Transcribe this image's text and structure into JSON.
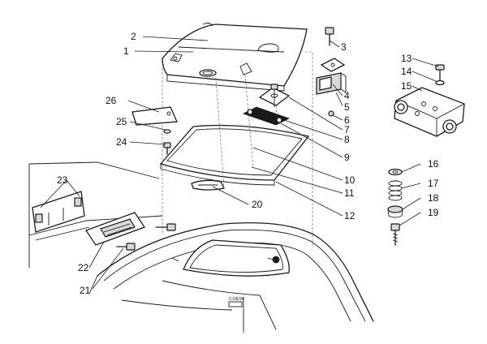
{
  "callouts": [
    {
      "id": "c1",
      "text": "1"
    },
    {
      "id": "c2",
      "text": "2"
    },
    {
      "id": "c3",
      "text": "3"
    },
    {
      "id": "c4",
      "text": "4"
    },
    {
      "id": "c5",
      "text": "5"
    },
    {
      "id": "c6",
      "text": "6"
    },
    {
      "id": "c7",
      "text": "7"
    },
    {
      "id": "c8",
      "text": "8"
    },
    {
      "id": "c9",
      "text": "9"
    },
    {
      "id": "c10",
      "text": "10"
    },
    {
      "id": "c11",
      "text": "11"
    },
    {
      "id": "c12",
      "text": "12"
    },
    {
      "id": "c13",
      "text": "13"
    },
    {
      "id": "c14",
      "text": "14"
    },
    {
      "id": "c15",
      "text": "15"
    },
    {
      "id": "c16",
      "text": "16"
    },
    {
      "id": "c17",
      "text": "17"
    },
    {
      "id": "c18",
      "text": "18"
    },
    {
      "id": "c19",
      "text": "19"
    },
    {
      "id": "c20",
      "text": "20"
    },
    {
      "id": "c21",
      "text": "21"
    },
    {
      "id": "c22",
      "text": "22"
    },
    {
      "id": "c23",
      "text": "23"
    },
    {
      "id": "c24",
      "text": "24"
    },
    {
      "id": "c25",
      "text": "25"
    },
    {
      "id": "c26",
      "text": "26"
    }
  ],
  "car_label": "C-DESK"
}
